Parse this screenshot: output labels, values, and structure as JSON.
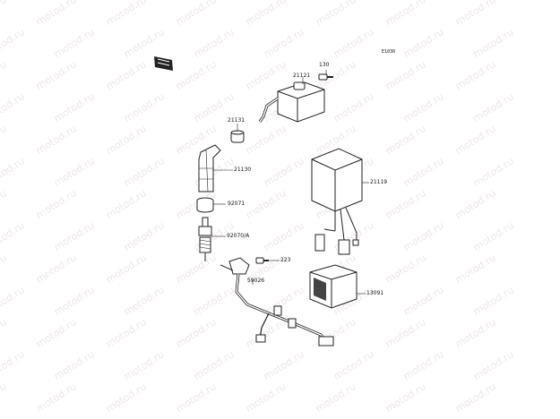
{
  "watermark": "motod.ru",
  "diagram_code": "E1030",
  "parts": [
    {
      "id": "coil",
      "part_number": "21121"
    },
    {
      "id": "bolt-small",
      "part_number": "130"
    },
    {
      "id": "cap-small",
      "part_number": "21131"
    },
    {
      "id": "plug-cap",
      "part_number": "21130"
    },
    {
      "id": "igniter",
      "part_number": "21119"
    },
    {
      "id": "seal-ring",
      "part_number": "92071"
    },
    {
      "id": "spark-plug",
      "part_number": "92070/A"
    },
    {
      "id": "bolt",
      "part_number": "223"
    },
    {
      "id": "harness",
      "part_number": "59026"
    },
    {
      "id": "holder",
      "part_number": "13091"
    }
  ]
}
